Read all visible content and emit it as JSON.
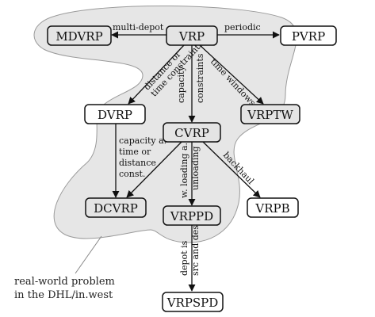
{
  "colors": {
    "highlight_fill": "#e4e4e4",
    "plain_fill": "#ffffff",
    "region_fill": "#e6e6e6",
    "stroke": "#111111"
  },
  "nodes": {
    "vrp": {
      "label": "VRP",
      "highlighted": true
    },
    "mdvrp": {
      "label": "MDVRP",
      "highlighted": true
    },
    "pvrp": {
      "label": "PVRP",
      "highlighted": false
    },
    "dvrp": {
      "label": "DVRP",
      "highlighted": false
    },
    "cvrp": {
      "label": "CVRP",
      "highlighted": true
    },
    "vrptw": {
      "label": "VRPTW",
      "highlighted": true
    },
    "dcvrp": {
      "label": "DCVRP",
      "highlighted": true
    },
    "vrppd": {
      "label": "VRPPD",
      "highlighted": true
    },
    "vrpb": {
      "label": "VRPB",
      "highlighted": false
    },
    "vrpspd": {
      "label": "VRPSPD",
      "highlighted": false
    }
  },
  "edges": {
    "vrp_mdvrp": {
      "lines": [
        "multi-depot"
      ]
    },
    "vrp_pvrp": {
      "lines": [
        "periodic"
      ]
    },
    "vrp_dvrp": {
      "lines": [
        "distance or",
        "time constraints"
      ]
    },
    "vrp_cvrp": {
      "lines": [
        "capacity",
        "constraints"
      ]
    },
    "vrp_vrptw": {
      "lines": [
        "time windows"
      ]
    },
    "dvrp_dcvrp": {
      "lines": [
        "capacity a.",
        "time or",
        "distance",
        "const."
      ]
    },
    "cvrp_vrppd": {
      "lines": [
        "w. loading a.",
        "unloading"
      ]
    },
    "cvrp_vrpb": {
      "lines": [
        "backhaul"
      ]
    },
    "vrppd_vrpspd": {
      "lines": [
        "depot is",
        "src and dest"
      ]
    }
  },
  "caption": {
    "lines": [
      "real-world problem",
      "in the DHL/in.west"
    ]
  }
}
